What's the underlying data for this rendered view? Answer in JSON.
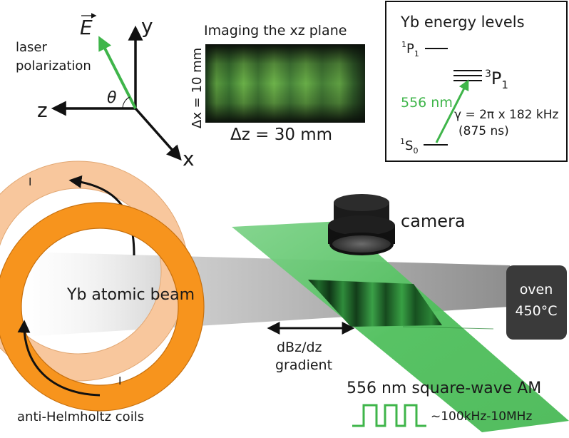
{
  "axes": {
    "e_field": "E",
    "polarization_line1": "laser",
    "polarization_line2": "polarization",
    "theta": "θ",
    "y": "y",
    "z": "z",
    "x": "x"
  },
  "imaging": {
    "title": "Imaging the xz plane",
    "dx_label": "Δx = 10 mm",
    "dz_label": "Δz = 30 mm"
  },
  "levels": {
    "title": "Yb energy levels",
    "p1_singlet_sup": "1",
    "p1_singlet_main": "P",
    "p1_singlet_sub": "1",
    "p1_triplet_sup": "3",
    "p1_triplet_main": "P",
    "p1_triplet_sub": "1",
    "s0_sup": "1",
    "s0_main": "S",
    "s0_sub": "0",
    "wavelength": "556 nm",
    "gamma": "γ = 2π x 182 kHz",
    "lifetime": "(875 ns)"
  },
  "setup": {
    "coil_current_top": "I",
    "coil_current_bottom": "I",
    "beam_label": "Yb atomic beam",
    "coils_label": "anti-Helmholtz coils",
    "camera_label": "camera",
    "oven_line1": "oven",
    "oven_line2": "450°C",
    "gradient_line1": "dBz/dz",
    "gradient_line2": "gradient",
    "am_label": "556 nm square-wave AM",
    "freq_range": "~100kHz-10MHz"
  },
  "colors": {
    "laser_green": "#3fb54a",
    "coil_orange": "#f7941d",
    "coil_light": "#f8c79d",
    "oven_dark": "#3a3a3a"
  }
}
